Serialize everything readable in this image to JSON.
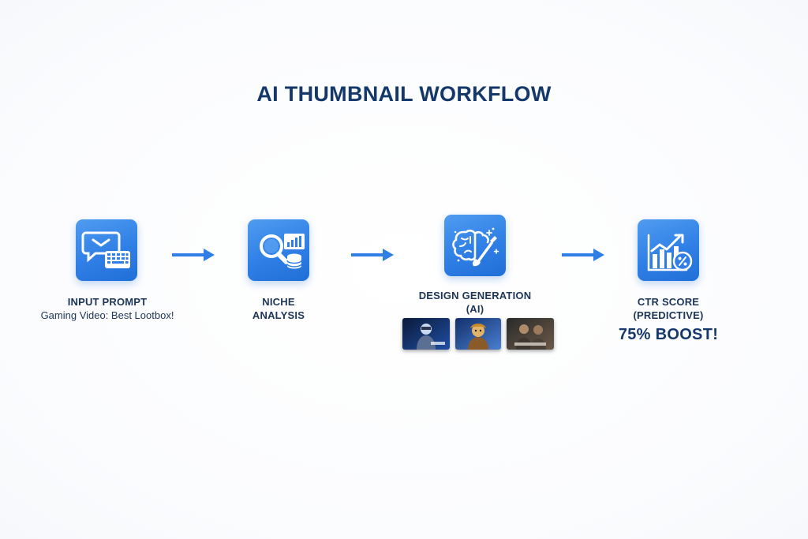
{
  "title": "AI THUMBNAIL WORKFLOW",
  "steps": [
    {
      "icon": "chat-keyboard-icon",
      "label": "INPUT PROMPT",
      "detail": "Gaming Video: Best Lootbox!"
    },
    {
      "icon": "magnifier-chart-icon",
      "label_line1": "NICHE",
      "label_line2": "ANALYSIS"
    },
    {
      "icon": "brain-brush-icon",
      "label_line1": "DESIGN GENERATION",
      "label_line2": "(AI)",
      "thumbnails": [
        "thumbnail-1",
        "thumbnail-2",
        "thumbnail-3"
      ]
    },
    {
      "icon": "growth-chart-percent-icon",
      "label_line1": "CTR SCORE",
      "label_line2": "(PREDICTIVE)",
      "result": "75% BOOST!"
    }
  ],
  "colors": {
    "accent": "#2f7fe6",
    "title": "#15386b",
    "text": "#1d3557"
  }
}
